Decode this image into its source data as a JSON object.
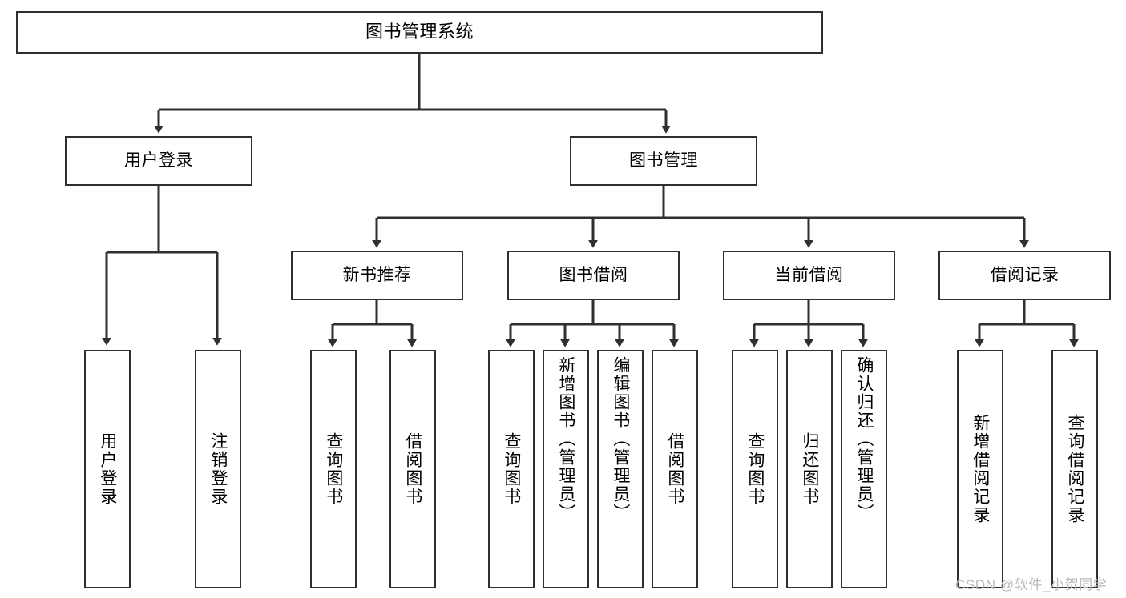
{
  "diagram": {
    "title": "图书管理系统",
    "watermark": "CSDN @软件_小贺同学",
    "style": {
      "stroke": "#2f2f2f",
      "fill": "#ffffff",
      "text": "#000000",
      "watermark_color": "#b9b9b9"
    },
    "nodes": {
      "root": "图书管理系统",
      "level2": {
        "user_login": "用户登录",
        "book_manage": "图书管理"
      },
      "level3": {
        "new_book_recommend": "新书推荐",
        "book_borrow": "图书借阅",
        "current_borrow": "当前借阅",
        "borrow_record": "借阅记录"
      },
      "leaves": {
        "user_login_1": "用户登录",
        "user_login_2": "注销登录",
        "recommend_1": "查询图书",
        "recommend_2": "借阅图书",
        "borrow_1": "查询图书",
        "borrow_2": "新增图书（管理员）",
        "borrow_3": "编辑图书（管理员）",
        "borrow_4": "借阅图书",
        "current_1": "查询图书",
        "current_2": "归还图书",
        "current_3": "确认归还（管理员）",
        "record_1": "新增借阅记录",
        "record_2": "查询借阅记录"
      }
    }
  }
}
